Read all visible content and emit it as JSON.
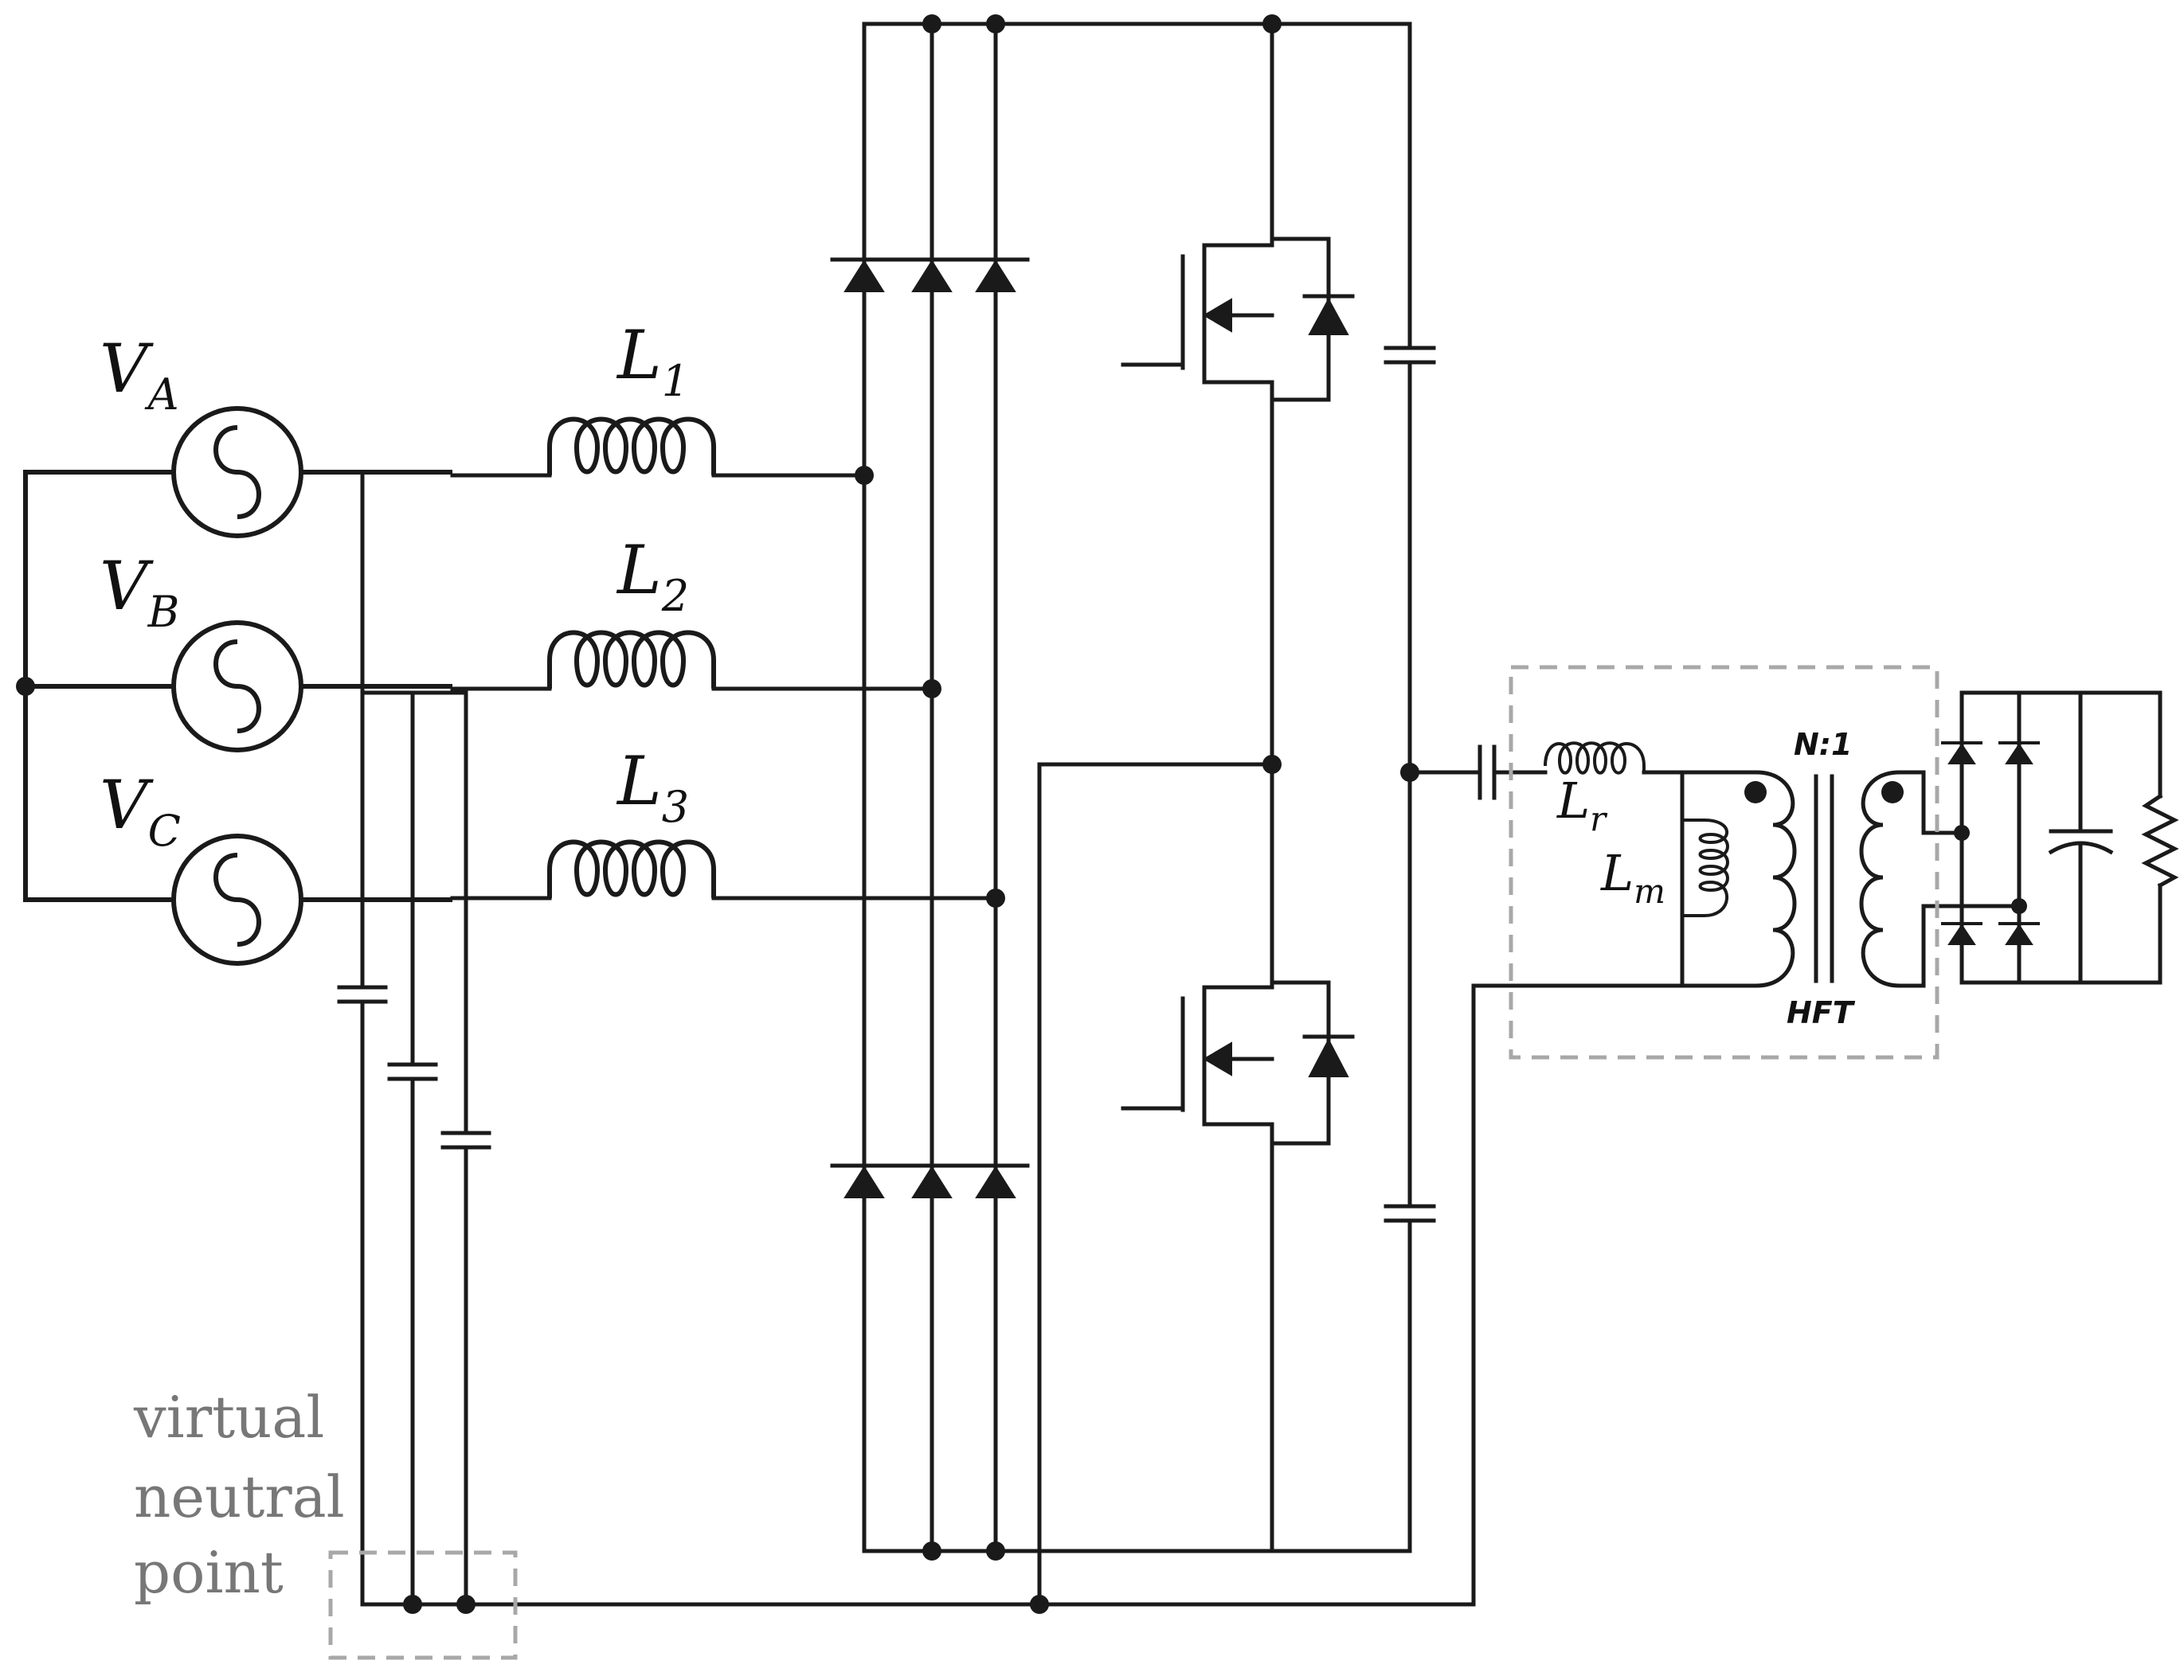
{
  "sources": [
    {
      "main": "V",
      "sub": "A"
    },
    {
      "main": "V",
      "sub": "B"
    },
    {
      "main": "V",
      "sub": "C"
    }
  ],
  "inductors": [
    {
      "main": "L",
      "sub": "1"
    },
    {
      "main": "L",
      "sub": "2"
    },
    {
      "main": "L",
      "sub": "3"
    }
  ],
  "resonant": {
    "lr": {
      "main": "L",
      "sub": "r"
    },
    "lm": {
      "main": "L",
      "sub": "m"
    }
  },
  "transformer": {
    "ratio": "N:1",
    "name": "HFT"
  },
  "neutral_note": {
    "line1": "virtual",
    "line2": "neutral",
    "line3": "point"
  }
}
